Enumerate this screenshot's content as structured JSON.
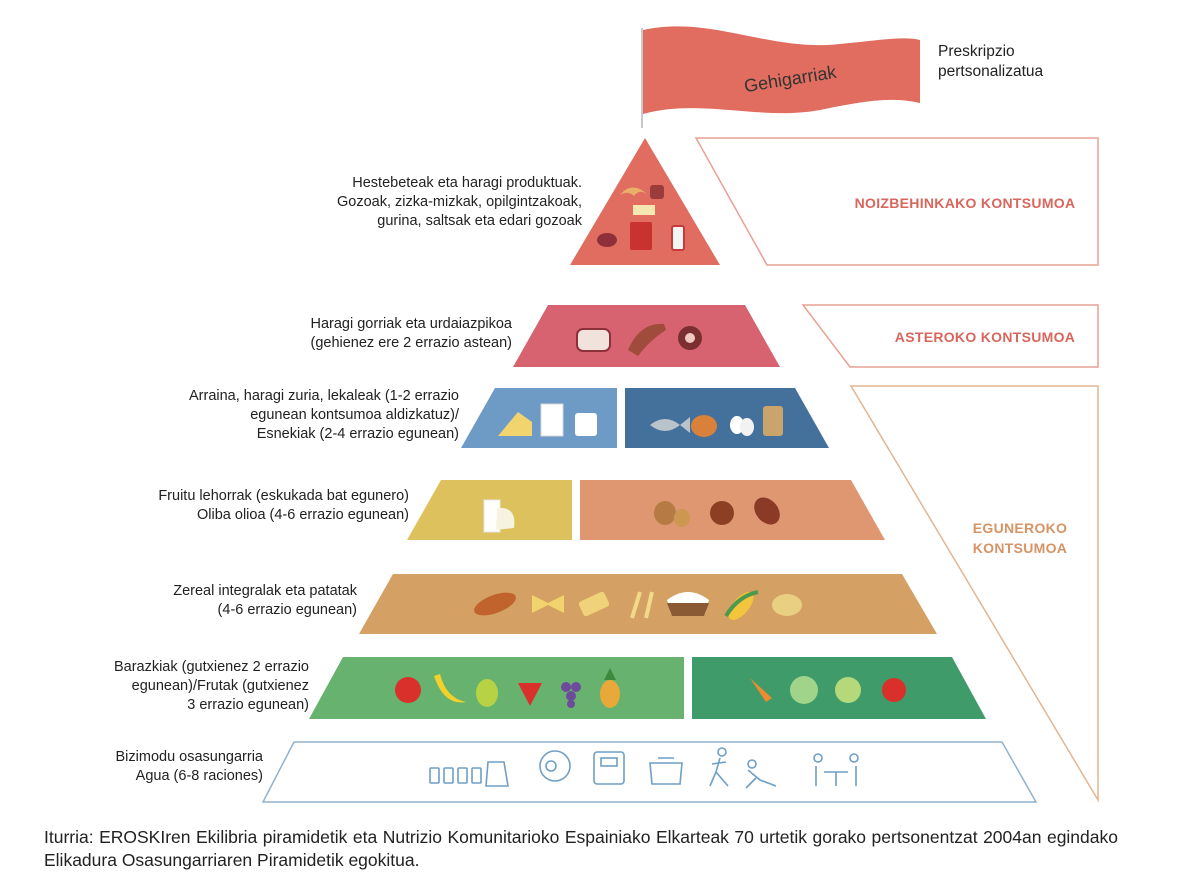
{
  "flag": {
    "label": "Gehigarriak",
    "side_label_line1": "Preskripzio",
    "side_label_line2": "pertsonalizatua"
  },
  "frequency": {
    "occasional": "NOIZBEHINKAKO KONTSUMOA",
    "weekly": "ASTEROKO KONTSUMOA",
    "daily_line1": "EGUNEROKO",
    "daily_line2": "KONTSUMOA"
  },
  "tiers": [
    {
      "lines": [
        "Hestebeteak eta haragi produktuak.",
        "Gozoak, zizka-mizkak, opilgintzakoak,",
        "gurina, saltsak eta edari gozoak"
      ],
      "icons": [
        "croissant-icon",
        "sausage-icon",
        "candy-bag-icon",
        "soda-can-icon",
        "cake-icon"
      ],
      "color": "#e06d5f"
    },
    {
      "lines": [
        "Haragi gorriak eta urdaiazpikoa",
        "(gehienez ere 2 errazio astean)"
      ],
      "icons": [
        "steak-icon",
        "ham-leg-icon",
        "ham-icon"
      ],
      "color": "#d6636f"
    },
    {
      "lines": [
        "Arraina, haragi zuria, lekaleak (1-2 errazio",
        "egunean kontsumoa aldizkatuz)/",
        "Esnekiak (2-4 errazio egunean)"
      ],
      "icons_left": [
        "cheese-icon",
        "milk-carton-icon",
        "yogurt-icon"
      ],
      "icons_right": [
        "fish-icon",
        "chicken-icon",
        "eggs-icon",
        "legumes-sack-icon"
      ],
      "color_left": "#6e9ac6",
      "color_right": "#44709c"
    },
    {
      "lines": [
        "Fruitu lehorrak (eskukada bat egunero)",
        "Oliba olioa (4-6 errazio egunean)"
      ],
      "icons_left": [
        "olive-oil-icon"
      ],
      "icons_right": [
        "walnut-icon",
        "hazelnut-icon",
        "almond-icon"
      ],
      "color_left": "#dcc15d",
      "color_right": "#de9770"
    },
    {
      "lines": [
        "Zereal integralak eta patatak",
        "(4-6 errazio egunean)"
      ],
      "icons": [
        "bread-icon",
        "pasta-icon",
        "cannelloni-icon",
        "wheat-icon",
        "rice-bowl-icon",
        "corn-icon",
        "potato-icon"
      ],
      "color": "#d4a063"
    },
    {
      "lines": [
        "Barazkiak (gutxienez 2 errazio",
        "egunean)/Frutak (gutxienez",
        "3 errazio egunean)"
      ],
      "icons_left": [
        "apple-icon",
        "banana-icon",
        "pear-icon",
        "strawberry-icon",
        "grapes-icon",
        "pineapple-icon"
      ],
      "icons_right": [
        "carrot-icon",
        "lettuce-icon",
        "cabbage-icon",
        "tomato-icon"
      ],
      "color_left": "#67b26f",
      "color_right": "#3f9b69"
    },
    {
      "lines": [
        "Bizimodu osasungarria",
        "Agua (6-8 raciones)"
      ],
      "icons": [
        "water-glasses-icon",
        "mind-icon",
        "scale-icon",
        "cooking-pot-icon",
        "sport-icon",
        "social-table-icon"
      ],
      "color": "#8fb2cf"
    }
  ],
  "source": "Iturria: EROSKIren Ekilibria piramidetik eta Nutrizio Komunitarioko Espainiako Elkarteak 70 urtetik gorako pertsonentzat 2004an egindako Elikadura Osasungarriaren Piramidetik egokitua."
}
